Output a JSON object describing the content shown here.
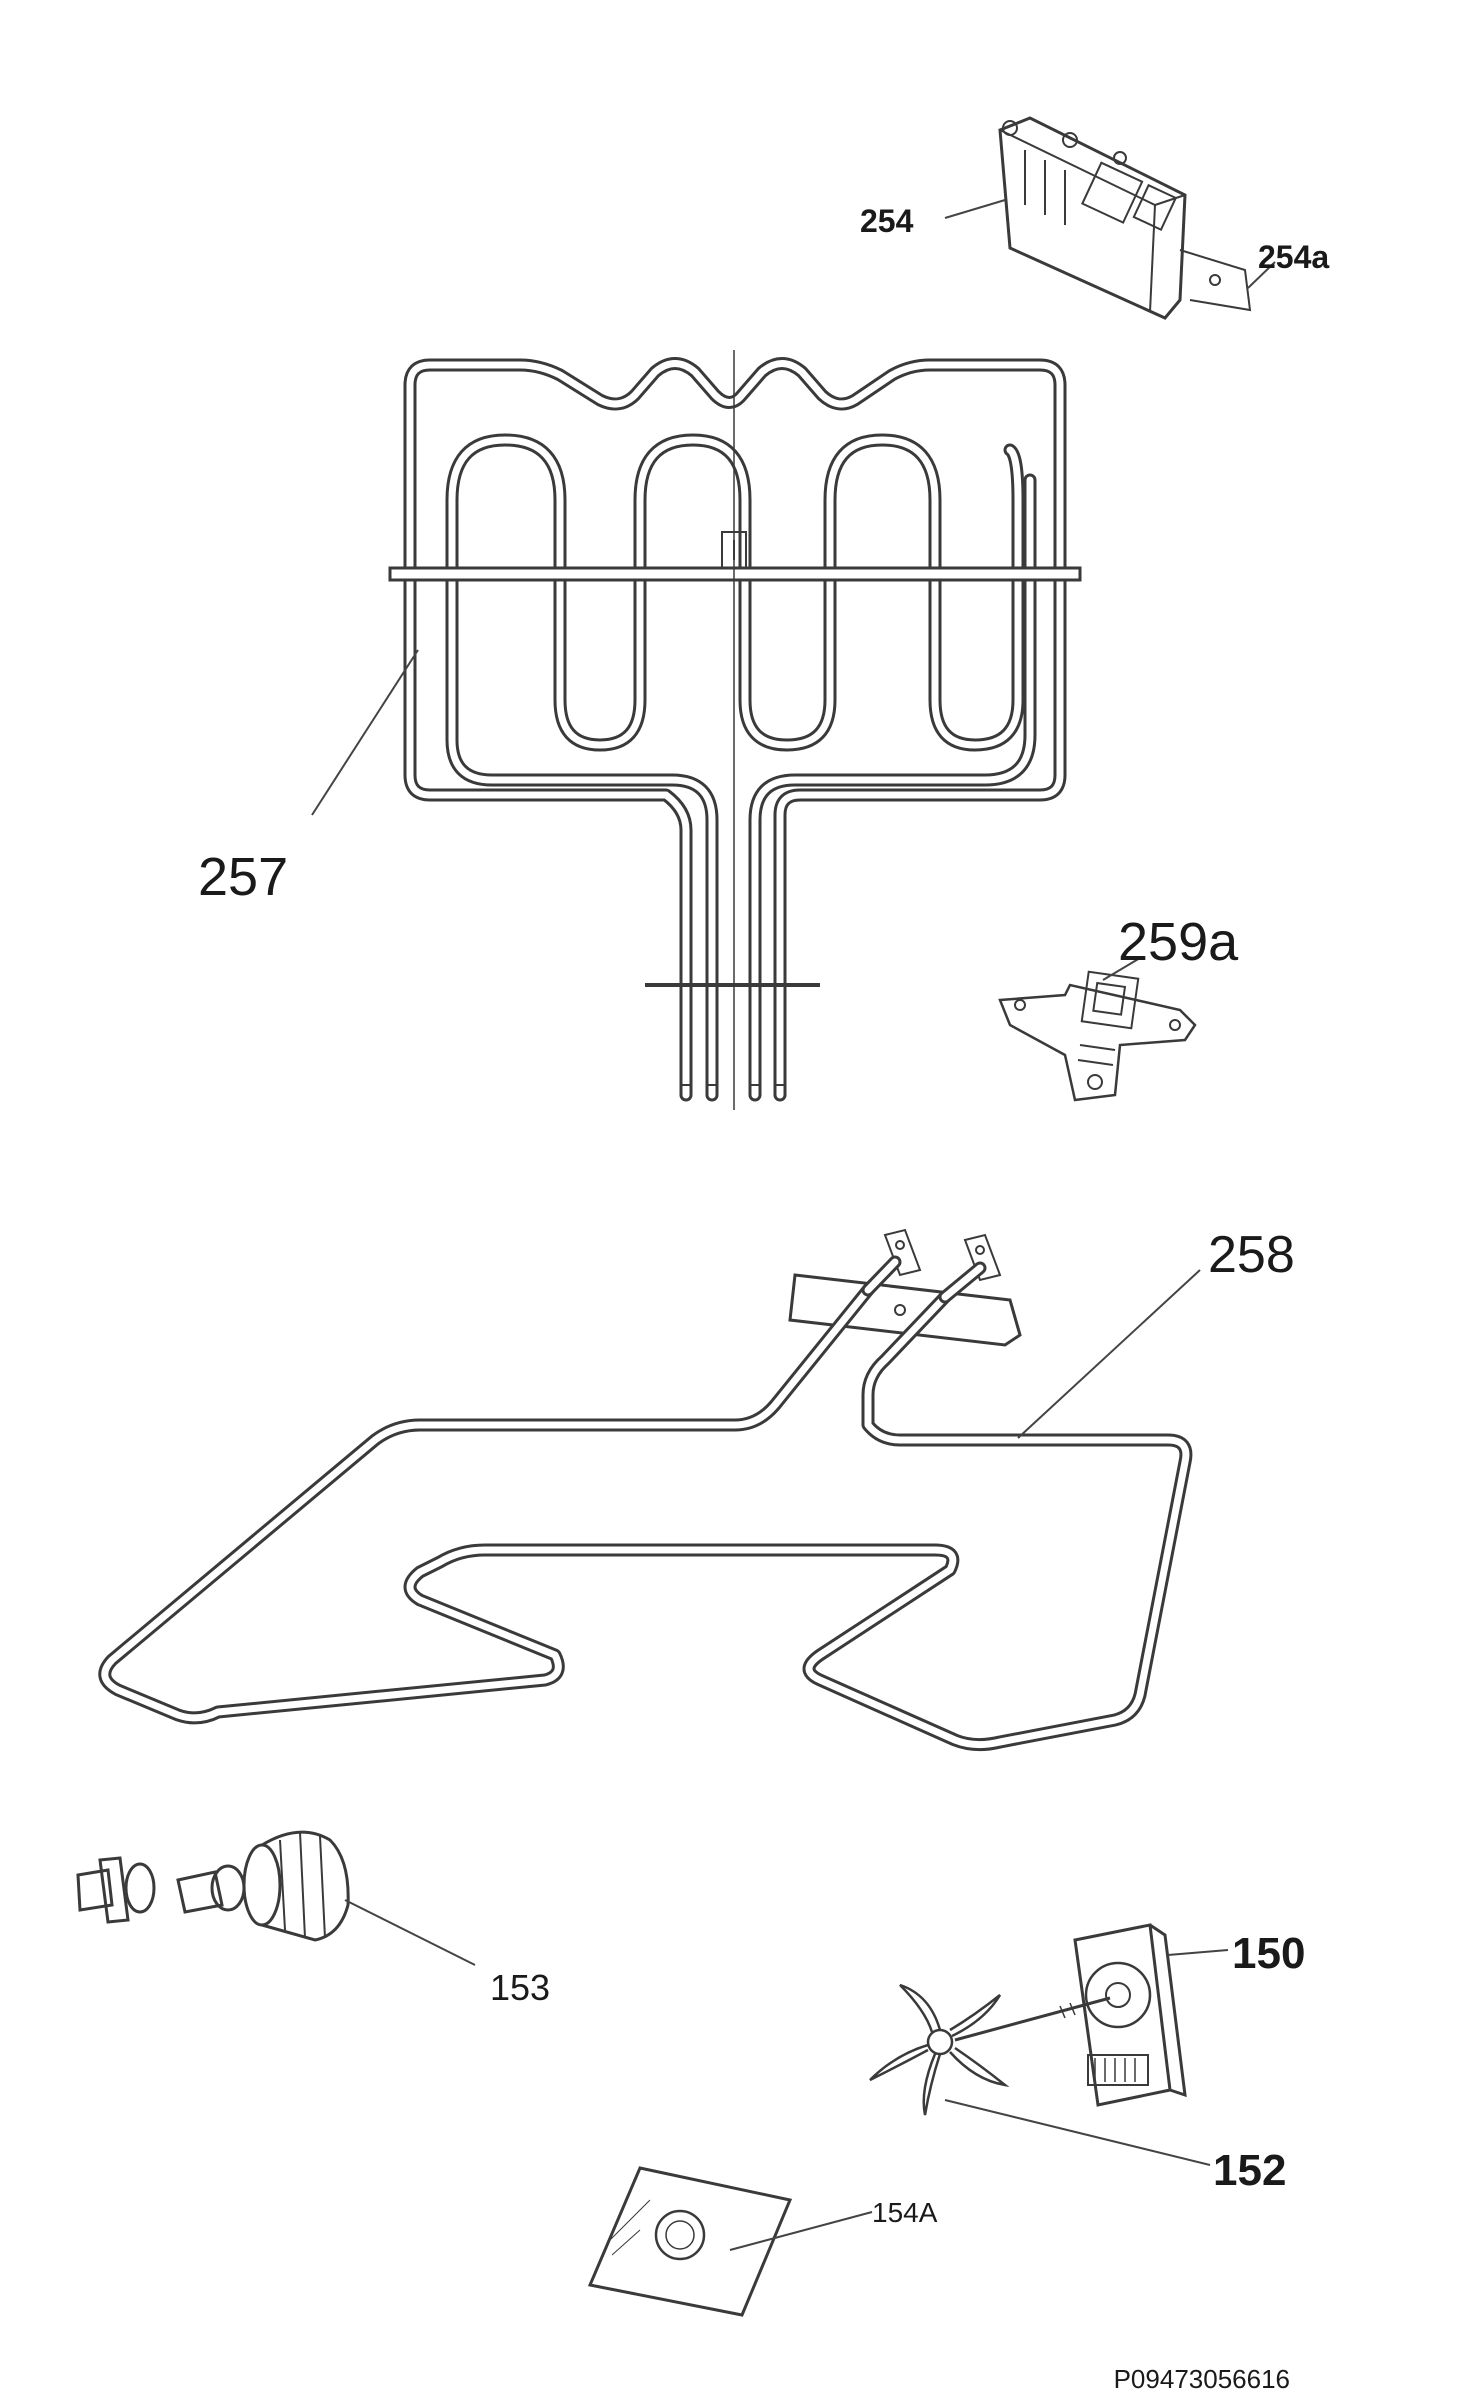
{
  "labels": {
    "p254": "254",
    "p254a": "254a",
    "p257": "257",
    "p259a": "259a",
    "p258": "258",
    "p153": "153",
    "p150": "150",
    "p152": "152",
    "p154A": "154A"
  },
  "footer": {
    "code": "P09473056616"
  },
  "colors": {
    "line": "#3a3a3a",
    "background": "#ffffff"
  }
}
